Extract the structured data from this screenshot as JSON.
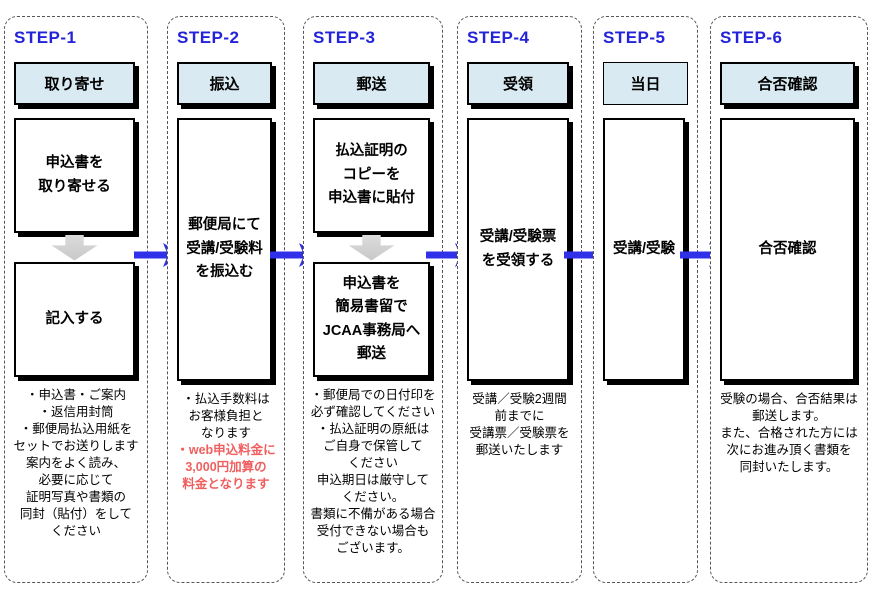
{
  "title": "application-process-flowchart",
  "colors": {
    "step_label": "#2323d9",
    "flow_arrow": "#3030e8",
    "header_bg": "#d9eaf2",
    "warning_red": "#f05f5f",
    "down_arrow_gray": "#d2d2d2"
  },
  "steps": [
    {
      "label": "STEP-1",
      "header": "取り寄せ",
      "boxes": [
        {
          "lines": [
            "申込書を",
            "取り寄せる"
          ]
        },
        {
          "lines": [
            "記入する"
          ]
        }
      ],
      "footer": [
        {
          "text": "・申込書・ご案内"
        },
        {
          "text": "・返信用封筒"
        },
        {
          "text": "・郵便局払込用紙を"
        },
        {
          "text": "セットでお送りします"
        },
        {
          "text": "案内をよく読み、"
        },
        {
          "text": "必要に応じて"
        },
        {
          "text": "証明写真や書類の"
        },
        {
          "text": "同封（貼付）をして"
        },
        {
          "text": "ください"
        }
      ]
    },
    {
      "label": "STEP-2",
      "header": "振込",
      "boxes": [
        {
          "lines": [
            "郵便局にて",
            "受講/受験料",
            "を振込む"
          ]
        }
      ],
      "footer": [
        {
          "text": "・払込手数料は"
        },
        {
          "text": "お客様負担と"
        },
        {
          "text": "なります"
        },
        {
          "text": "・web申込料金に",
          "red": true
        },
        {
          "text": "3,000円加算の",
          "red": true
        },
        {
          "text": "料金となります",
          "red": true
        }
      ]
    },
    {
      "label": "STEP-3",
      "header": "郵送",
      "boxes": [
        {
          "lines": [
            "払込証明の",
            "コピーを",
            "申込書に貼付"
          ]
        },
        {
          "lines": [
            "申込書を",
            "簡易書留で",
            "JCAA事務局へ",
            "郵送"
          ]
        }
      ],
      "footer": [
        {
          "text": "・郵便局での日付印を"
        },
        {
          "text": "必ず確認してください"
        },
        {
          "text": "・払込証明の原紙は"
        },
        {
          "text": "ご自身で保管して"
        },
        {
          "text": "ください"
        },
        {
          "text": "申込期日は厳守して"
        },
        {
          "text": "ください。"
        },
        {
          "text": "書類に不備がある場合"
        },
        {
          "text": "受付できない場合も"
        },
        {
          "text": "ございます。"
        }
      ]
    },
    {
      "label": "STEP-4",
      "header": "受領",
      "boxes": [
        {
          "lines": [
            "受講/受験票",
            "を受領する"
          ]
        }
      ],
      "footer": [
        {
          "text": "受講／受験2週間"
        },
        {
          "text": "前までに"
        },
        {
          "text": "受講票／受験票を"
        },
        {
          "text": "郵送いたします"
        }
      ]
    },
    {
      "label": "STEP-5",
      "header": "当日",
      "boxes": [
        {
          "lines": [
            "受講/受験"
          ]
        }
      ],
      "footer": []
    },
    {
      "label": "STEP-6",
      "header": "合否確認",
      "boxes": [
        {
          "lines": [
            "合否確認"
          ]
        }
      ],
      "footer": [
        {
          "text": "受験の場合、合否結果は"
        },
        {
          "text": "郵送します。"
        },
        {
          "text": "また、合格された方には"
        },
        {
          "text": "次にお進み頂く書類を"
        },
        {
          "text": "同封いたします。"
        }
      ]
    }
  ]
}
